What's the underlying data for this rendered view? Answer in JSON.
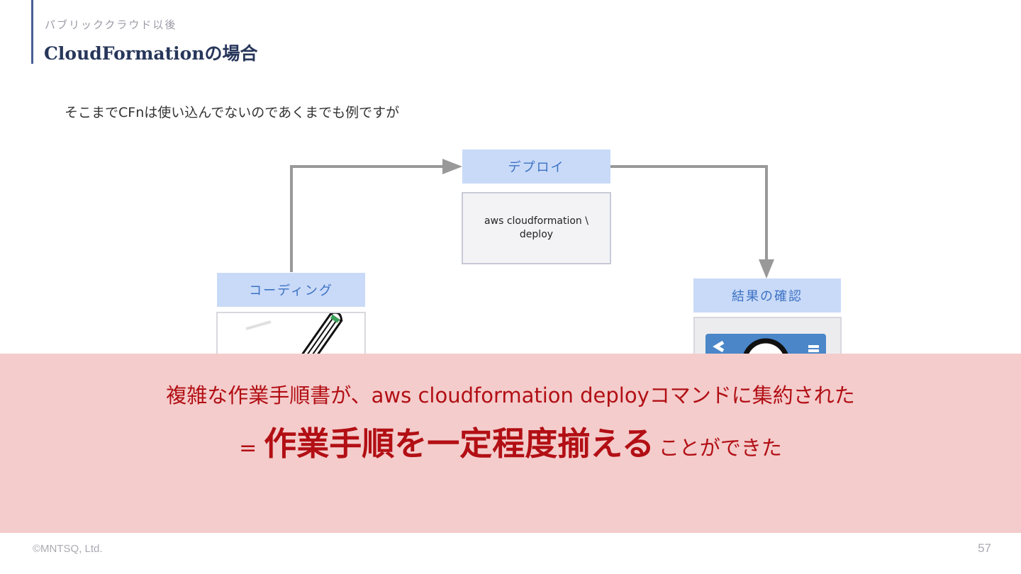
{
  "header": {
    "section_label": "パブリッククラウド以後",
    "title": "CloudFormationの場合"
  },
  "intro_text": "そこまでCFnは使い込んでないのであくまでも例ですが",
  "diagram": {
    "steps": [
      {
        "label": "コーディング",
        "icon": "pen-icon"
      },
      {
        "label": "デプロイ",
        "command_line1": "aws cloudformation \\",
        "command_line2": "deploy"
      },
      {
        "label": "結果の確認",
        "icon": "search-screen-icon"
      }
    ]
  },
  "overlay": {
    "line1": "複雑な作業手順書が、aws cloudformation deployコマンドに集約された",
    "eq": "=",
    "emphasis": "作業手順を一定程度揃える",
    "tail": "ことができた",
    "color": "#b20f14",
    "background": "#f4cccc"
  },
  "footer": {
    "copyright": "©MNTSQ, Ltd.",
    "page_number": "57"
  }
}
